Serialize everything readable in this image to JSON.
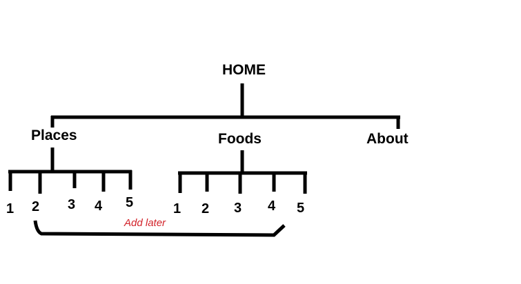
{
  "root": {
    "label": "HOME"
  },
  "branches": [
    {
      "id": "places",
      "label": "Places",
      "children": [
        "1",
        "2",
        "3",
        "4",
        "5"
      ]
    },
    {
      "id": "foods",
      "label": "Foods",
      "children": [
        "1",
        "2",
        "3",
        "4",
        "5"
      ]
    },
    {
      "id": "about",
      "label": "About"
    }
  ],
  "note": {
    "text": "Add later",
    "color": "#d2232a"
  },
  "line_color": "#000000"
}
